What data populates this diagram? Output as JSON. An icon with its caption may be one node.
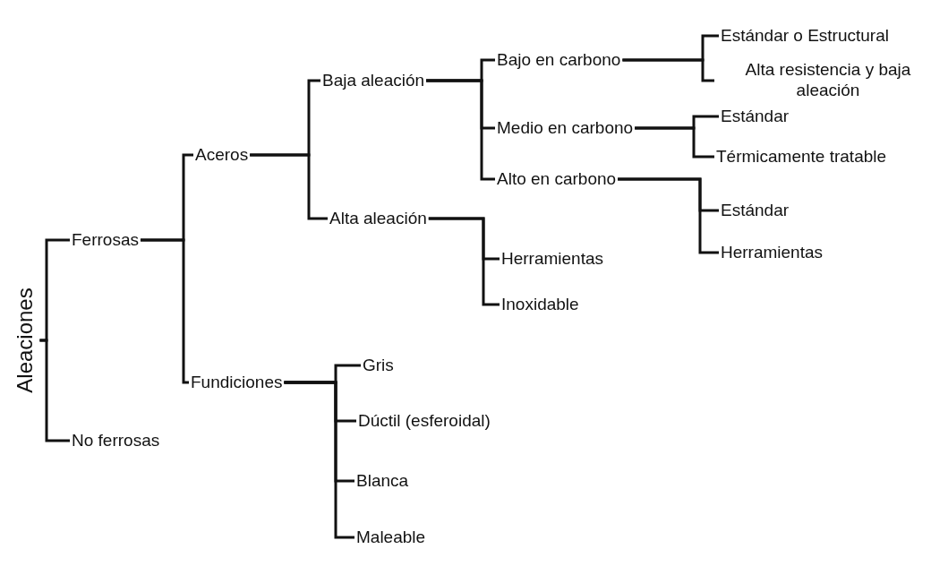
{
  "diagram": {
    "nodes": [
      {
        "text": [
          "Aleaciones"
        ]
      },
      {
        "text": [
          "Ferrosas"
        ]
      },
      {
        "text": [
          "No ferrosas"
        ]
      },
      {
        "text": [
          "Aceros"
        ]
      },
      {
        "text": [
          "Fundiciones"
        ]
      },
      {
        "text": [
          "Baja aleación"
        ]
      },
      {
        "text": [
          "Alta aleación"
        ]
      },
      {
        "text": [
          "Bajo en carbono"
        ]
      },
      {
        "text": [
          "Medio en carbono"
        ]
      },
      {
        "text": [
          "Alto en carbono"
        ]
      },
      {
        "text": [
          "Herramientas"
        ]
      },
      {
        "text": [
          "Inoxidable"
        ]
      },
      {
        "text": [
          "Estándar o Estructural"
        ]
      },
      {
        "text": [
          "Alta resistencia y baja aleación"
        ]
      },
      {
        "text": [
          "Estándar"
        ]
      },
      {
        "text": [
          "Térmicamente tratable"
        ]
      },
      {
        "text": [
          "Estándar"
        ]
      },
      {
        "text": [
          "Herramientas"
        ]
      },
      {
        "text": [
          "Gris"
        ]
      },
      {
        "text": [
          "Dúctil (esferoidal)"
        ]
      },
      {
        "text": [
          "Blanca"
        ]
      },
      {
        "text": [
          "Maleable"
        ]
      }
    ],
    "edges": [
      {
        "from": 0,
        "to": 1,
        "arrow": "none"
      },
      {
        "from": 0,
        "to": 2,
        "arrow": "none"
      },
      {
        "from": 1,
        "to": 3,
        "arrow": "none"
      },
      {
        "from": 1,
        "to": 4,
        "arrow": "none"
      },
      {
        "from": 3,
        "to": 5,
        "arrow": "none"
      },
      {
        "from": 3,
        "to": 6,
        "arrow": "none"
      },
      {
        "from": 5,
        "to": 7,
        "arrow": "none"
      },
      {
        "from": 5,
        "to": 8,
        "arrow": "none"
      },
      {
        "from": 5,
        "to": 9,
        "arrow": "none"
      },
      {
        "from": 6,
        "to": 10,
        "arrow": "none"
      },
      {
        "from": 6,
        "to": 11,
        "arrow": "none"
      },
      {
        "from": 7,
        "to": 12,
        "arrow": "none"
      },
      {
        "from": 7,
        "to": 13,
        "arrow": "none"
      },
      {
        "from": 8,
        "to": 14,
        "arrow": "none"
      },
      {
        "from": 8,
        "to": 15,
        "arrow": "none"
      },
      {
        "from": 9,
        "to": 16,
        "arrow": "none"
      },
      {
        "from": 9,
        "to": 17,
        "arrow": "none"
      },
      {
        "from": 4,
        "to": 18,
        "arrow": "none"
      },
      {
        "from": 4,
        "to": 19,
        "arrow": "none"
      },
      {
        "from": 4,
        "to": 20,
        "arrow": "none"
      },
      {
        "from": 4,
        "to": 21,
        "arrow": "none"
      }
    ]
  }
}
